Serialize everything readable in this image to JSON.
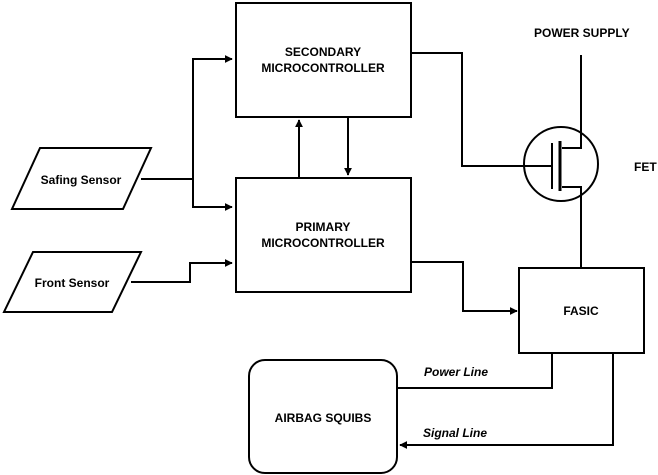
{
  "blocks": {
    "secondary_mcu": [
      "SECONDARY",
      "MICROCONTROLLER"
    ],
    "primary_mcu": [
      "PRIMARY",
      "MICROCONTROLLER"
    ],
    "safing_sensor": "Safing Sensor",
    "front_sensor": "Front Sensor",
    "fasic": "FASIC",
    "airbag_squibs": "AIRBAG SQUIBS"
  },
  "labels": {
    "power_supply": "POWER SUPPLY",
    "fet": "FET",
    "power_line": "Power Line",
    "signal_line": "Signal Line"
  }
}
